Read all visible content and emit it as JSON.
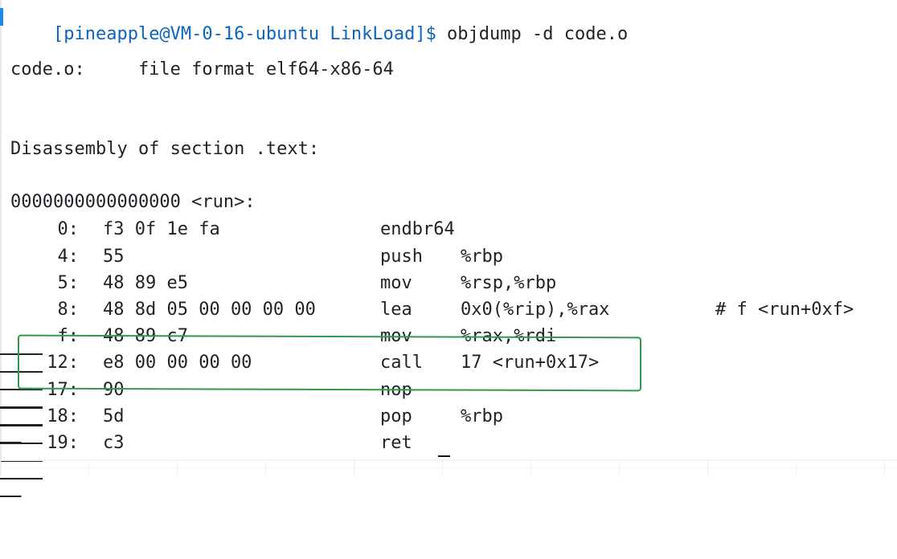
{
  "terminal": {
    "prompt": "[pineapple@VM-0-16-ubuntu LinkLoad]$",
    "command": " objdump -d code.o",
    "file_format_line": "code.o:     file format elf64-x86-64",
    "section_line": "Disassembly of section .text:",
    "symbol_line": "0000000000000000 <run>:",
    "rows": [
      {
        "address": "0:",
        "bytes": "f3 0f 1e fa",
        "mnemonic": "endbr64",
        "operands": "",
        "comment": ""
      },
      {
        "address": "4:",
        "bytes": "55",
        "mnemonic": "push",
        "operands": "%rbp",
        "comment": ""
      },
      {
        "address": "5:",
        "bytes": "48 89 e5",
        "mnemonic": "mov",
        "operands": "%rsp,%rbp",
        "comment": ""
      },
      {
        "address": "8:",
        "bytes": "48 8d 05 00 00 00 00",
        "mnemonic": "lea",
        "operands": "0x0(%rip),%rax",
        "comment": "# f <run+0xf>"
      },
      {
        "address": "f:",
        "bytes": "48 89 c7",
        "mnemonic": "mov",
        "operands": "%rax,%rdi",
        "comment": ""
      },
      {
        "address": "12:",
        "bytes": "e8 00 00 00 00",
        "mnemonic": "call",
        "operands": "17 <run+0x17>",
        "comment": ""
      },
      {
        "address": "17:",
        "bytes": "90",
        "mnemonic": "nop",
        "operands": "",
        "comment": ""
      },
      {
        "address": "18:",
        "bytes": "5d",
        "mnemonic": "pop",
        "operands": "%rbp",
        "comment": ""
      },
      {
        "address": "19:",
        "bytes": "c3",
        "mnemonic": "ret",
        "operands": "",
        "comment": ""
      }
    ]
  },
  "colors": {
    "prompt": "#0b64c0",
    "text": "#1f2328",
    "highlight": "#2f9a48",
    "background": "#ffffff"
  }
}
